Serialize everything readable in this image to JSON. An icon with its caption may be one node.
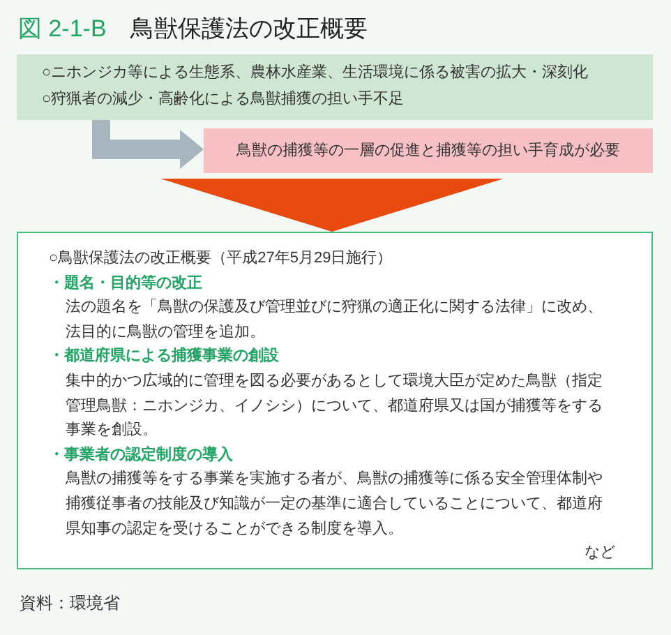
{
  "diagram": {
    "title": "図 2-1-B　鳥獣保護法の改正概要",
    "nodes": [
      {
        "text": [
          "○ニホンジカ等による生態系、農林水産業、生活環境に係る被害の拡大・深刻化",
          "○狩猟者の減少・高齢化による鳥獣捕獲の担い手不足"
        ]
      },
      {
        "text": [
          "鳥獣の捕獲等の一層の促進と捕獲等の担い手育成が必要"
        ]
      },
      {
        "text": [
          "○鳥獣保護法の改正概要（平成27年5月29日施行）",
          "・題名・目的等の改正",
          "法の題名を「鳥獣の保護及び管理並びに狩猟の適正化に関する法律」に改め、法目的に鳥獣の管理を追加。",
          "・都道府県による捕獲事業の創設",
          "集中的かつ広域的に管理を図る必要があるとして環境大臣が定めた鳥獣（指定管理鳥獣：ニホンジカ、イノシシ）について、都道府県又は国が捕獲等をする事業を創設。",
          "・事業者の認定制度の導入",
          "鳥獣の捕獲等をする事業を実施する者が、鳥獣の捕獲等に係る安全管理体制や捕獲従事者の技能及び知識が一定の基準に適合していることについて、都道府県知事の認定を受けることができる制度を導入。",
          "など"
        ]
      }
    ],
    "edges": [
      {
        "from": 0,
        "to": 1,
        "arrow": "to",
        "style": "thick",
        "color": "#a6b5be"
      },
      {
        "from": 1,
        "to": 2,
        "arrow": "to",
        "color": "#e8490f"
      }
    ],
    "caption": "資料：環境省"
  }
}
